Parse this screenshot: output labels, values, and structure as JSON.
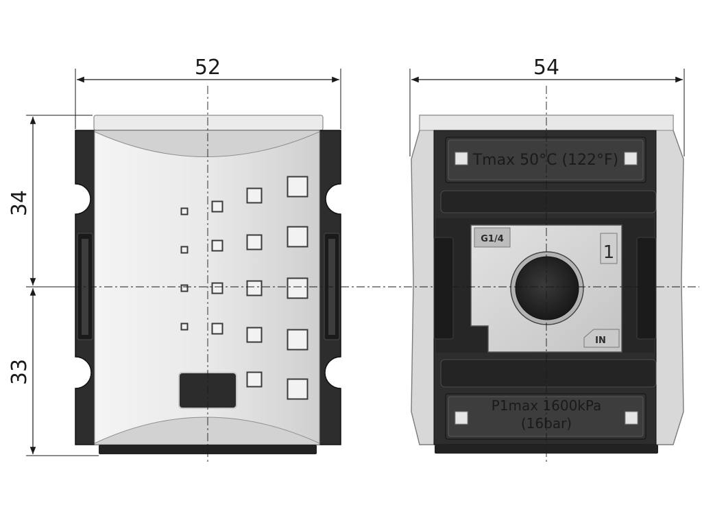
{
  "dimensions": {
    "front_width": "52",
    "side_width": "54",
    "upper_height": "34",
    "lower_height": "33"
  },
  "labels": {
    "temperature": "Tmax 50°C (122°F)",
    "pressure_line1": "P1max 1600kPa",
    "pressure_line2": "(16bar)",
    "thread": "G1/4",
    "port_number": "1",
    "port_direction": "IN"
  },
  "colors": {
    "dark_body": "#2b2b2b",
    "light_panel": "#d9d9d9",
    "line": "#1a1a1a"
  }
}
